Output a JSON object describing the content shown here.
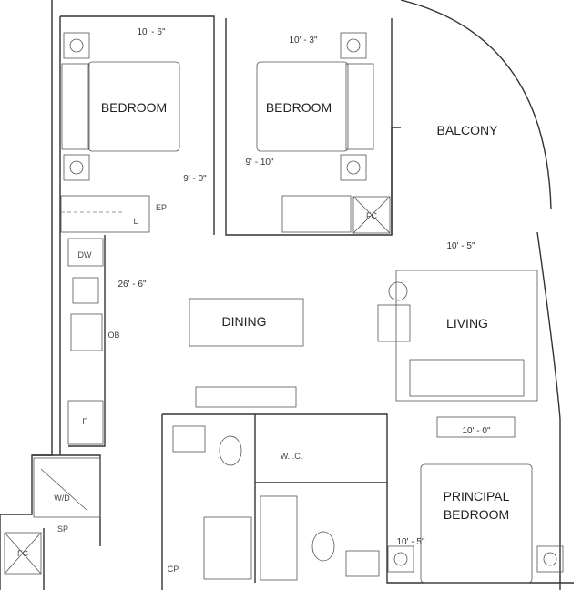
{
  "rooms": {
    "bedroom1": "BEDROOM",
    "bedroom2": "BEDROOM",
    "balcony": "BALCONY",
    "dining": "DINING",
    "living": "LIVING",
    "principal_line1": "PRINCIPAL",
    "principal_line2": "BEDROOM",
    "wic": "W.I.C."
  },
  "fixtures": {
    "dw": "DW",
    "ob": "OB",
    "f": "F",
    "wd": "W/D",
    "sp": "SP",
    "fc1": "FC",
    "fc2": "FC",
    "cp": "CP",
    "ep": "EP",
    "l": "L"
  },
  "dimensions": {
    "bed1_width": "10' - 6\"",
    "bed1_depth": "9' - 0\"",
    "bed2_width": "10' - 3\"",
    "bed2_depth": "9' - 10\"",
    "living_dining": "26' - 6\"",
    "balcony": "10' - 5\"",
    "living": "10' - 0\"",
    "principal": "10' - 5\""
  }
}
